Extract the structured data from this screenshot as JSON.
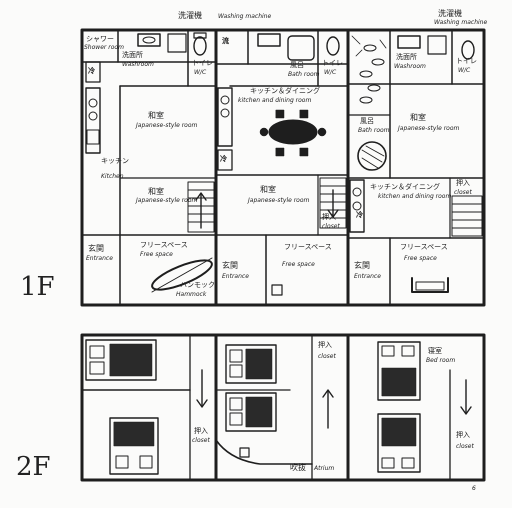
{
  "floors": {
    "first": "1F",
    "second": "2F"
  },
  "labels": {
    "laundry_jp": "洗濯機",
    "washing_machine": "Washing machine",
    "shower_jp": "シャワー",
    "shower_room": "Shower room",
    "washroom_jp": "洗面所",
    "washroom": "Washroom",
    "toilet_jp": "トイレ",
    "wc": "W/C",
    "bath_jp": "風呂",
    "bath_room": "Bath room",
    "japanese_room_jp": "和室",
    "japanese_style_room": "Japanese-style room",
    "kitchen_jp": "キッチン",
    "kitchen": "Kitchen",
    "kitchen_dining_jp": "キッチン＆ダイニング",
    "kitchen_dining": "kitchen and dining room",
    "entrance_jp": "玄関",
    "entrance": "Entrance",
    "free_space_jp": "フリースペース",
    "free_space": "Free space",
    "hammock_jp": "ハンモック",
    "hammock": "Hammock",
    "closet_jp": "押入",
    "closet": "closet",
    "bedroom_jp": "寝室",
    "bedroom": "Bed room",
    "atrium_jp": "吹抜",
    "atrium": "Atrium",
    "refrigerator": "冷",
    "bath_mark": "流",
    "page_mark": "6"
  }
}
